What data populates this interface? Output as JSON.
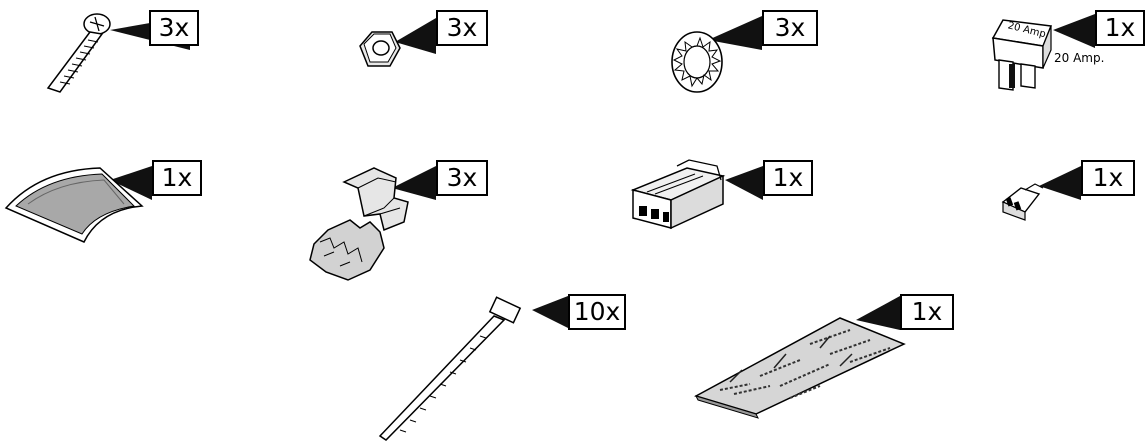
{
  "parts": [
    {
      "id": "screw",
      "icon": "screw-icon",
      "qty": "3x"
    },
    {
      "id": "hex-nut",
      "icon": "hex-nut-icon",
      "qty": "3x"
    },
    {
      "id": "lock-washer",
      "icon": "lock-washer-icon",
      "qty": "3x"
    },
    {
      "id": "fuse",
      "icon": "fuse-icon",
      "qty": "1x",
      "body_text": "20 Amp.",
      "caption": "20 Amp."
    },
    {
      "id": "adhesive-pad",
      "icon": "adhesive-pad-icon",
      "qty": "1x"
    },
    {
      "id": "cable-clip",
      "icon": "cable-clip-icon",
      "qty": "3x"
    },
    {
      "id": "connector",
      "icon": "connector-icon",
      "qty": "1x"
    },
    {
      "id": "small-connector",
      "icon": "small-connector-icon",
      "qty": "1x"
    },
    {
      "id": "cable-tie",
      "icon": "cable-tie-icon",
      "qty": "10x"
    },
    {
      "id": "cleaning-cloth",
      "icon": "cleaning-cloth-icon",
      "qty": "1x"
    }
  ]
}
